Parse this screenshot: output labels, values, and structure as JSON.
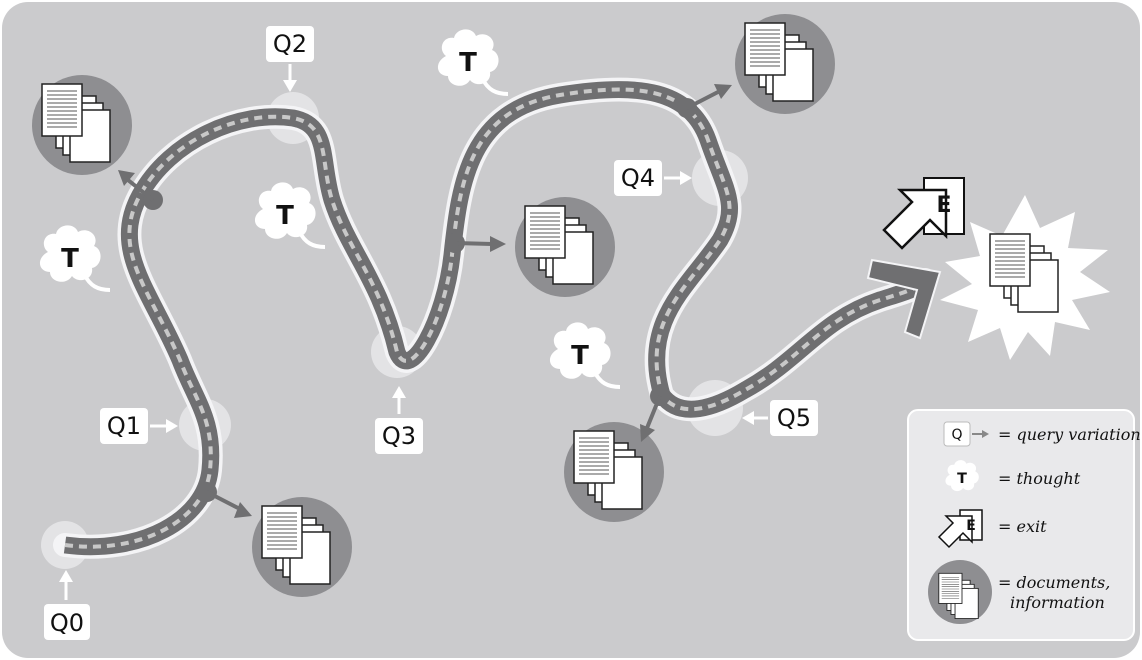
{
  "colors": {
    "background": "#cbcbcd",
    "road": "#6f6f71",
    "road_dash": "#c8c8c8",
    "road_edge": "#f2f2f4",
    "doc_circle": "#8e8e91",
    "halo": "#ececee",
    "label_bg": "#ffffff",
    "text": "#111111"
  },
  "queries": [
    {
      "id": "q0",
      "label": "Q0"
    },
    {
      "id": "q1",
      "label": "Q1"
    },
    {
      "id": "q2",
      "label": "Q2"
    },
    {
      "id": "q3",
      "label": "Q3"
    },
    {
      "id": "q4",
      "label": "Q4"
    },
    {
      "id": "q5",
      "label": "Q5"
    }
  ],
  "thoughts": [
    {
      "id": "t1",
      "label": "T"
    },
    {
      "id": "t2",
      "label": "T"
    },
    {
      "id": "t3",
      "label": "T"
    },
    {
      "id": "t4",
      "label": "T"
    }
  ],
  "exit": {
    "label": "E"
  },
  "legend": {
    "query_icon": "Q",
    "query_text": "= query variation",
    "thought_icon": "T",
    "thought_text": "= thought",
    "exit_icon": "E",
    "exit_text": "= exit",
    "docs_text_line1": "= documents,",
    "docs_text_line2": "information"
  }
}
